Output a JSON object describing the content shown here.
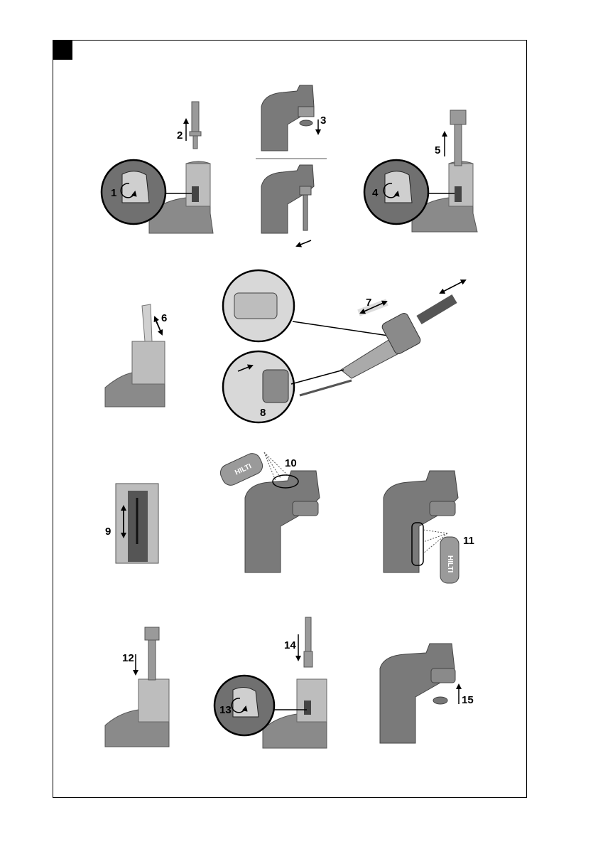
{
  "figure": {
    "brand_mark": "HILTI",
    "steps": [
      "1",
      "2",
      "3",
      "4",
      "5",
      "6",
      "7",
      "8",
      "9",
      "10",
      "11",
      "12",
      "13",
      "14",
      "15"
    ]
  }
}
